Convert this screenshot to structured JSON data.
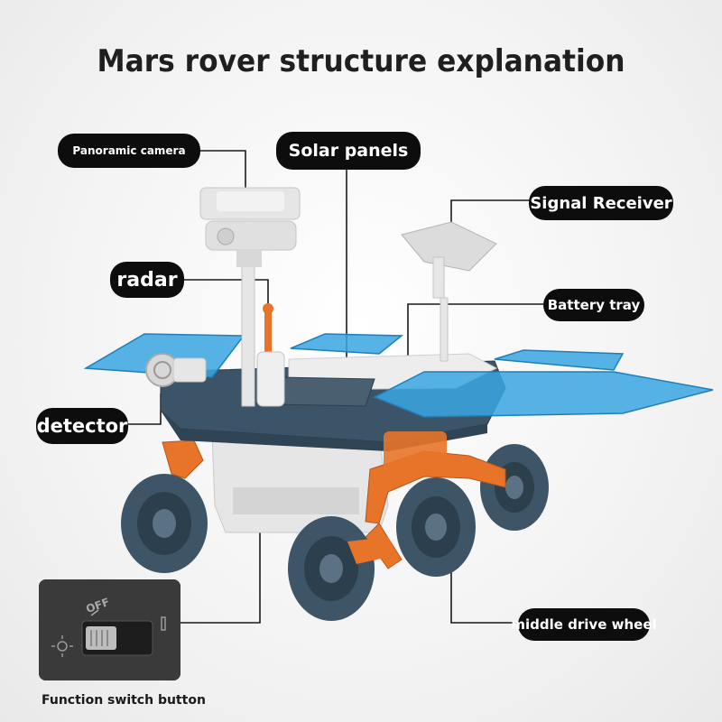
{
  "title": "Mars rover structure explanation",
  "labels": {
    "panoramic_camera": "Panoramic camera",
    "solar_panels": "Solar panels",
    "signal_receiver": "Signal Receiver",
    "radar": "radar",
    "battery_tray": "Battery tray",
    "detector": "detector",
    "middle_drive_wheel": "middle drive wheel",
    "function_switch_button": "Function switch button"
  },
  "switch_text": {
    "off": "OFF"
  },
  "colors": {
    "label_bg": "#0d0d0d",
    "panel_blue": "#3aa6e0",
    "body_navy": "#3c5468",
    "wheel": "#3d5566",
    "orange": "#e8742a",
    "white_part": "#e6e6e6"
  }
}
